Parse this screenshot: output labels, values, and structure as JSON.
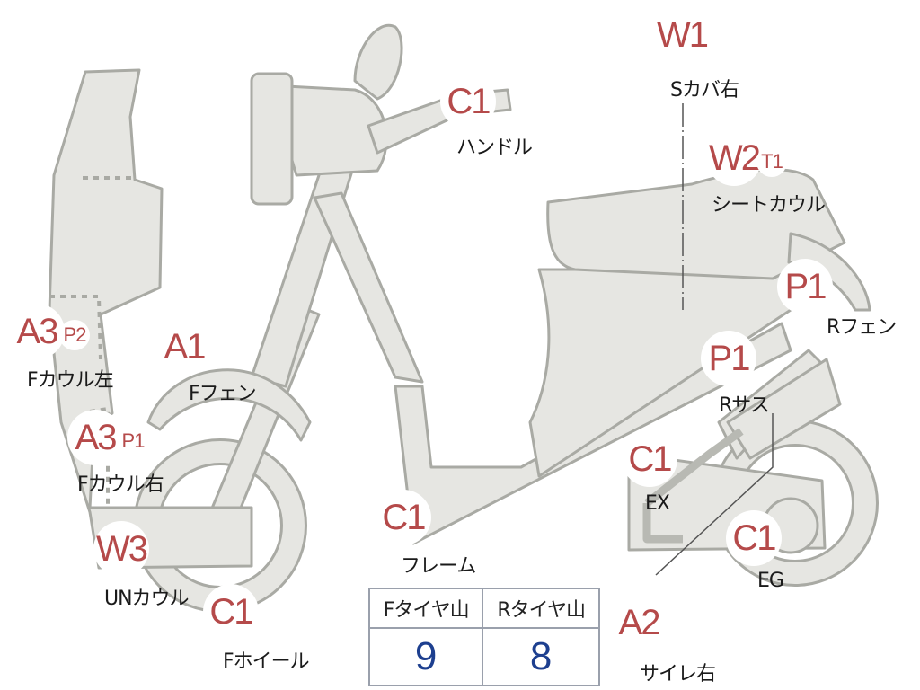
{
  "parts": [
    {
      "id": "s-cover-right",
      "codes": [
        "W1"
      ],
      "label": "Sカバ右"
    },
    {
      "id": "handle",
      "codes": [
        "C1"
      ],
      "label": "ハンドル"
    },
    {
      "id": "seat-cowl",
      "codes": [
        "W2",
        "T1"
      ],
      "label": "シートカウル"
    },
    {
      "id": "r-fender",
      "codes": [
        "P1"
      ],
      "label": "Rフェン"
    },
    {
      "id": "f-cowl-left",
      "codes": [
        "A3",
        "P2"
      ],
      "label": "Fカウル左"
    },
    {
      "id": "f-fender",
      "codes": [
        "A1"
      ],
      "label": "Fフェン"
    },
    {
      "id": "r-suspension",
      "codes": [
        "P1"
      ],
      "label": "Rサス"
    },
    {
      "id": "f-cowl-right",
      "codes": [
        "A3",
        "P1"
      ],
      "label": "Fカウル右"
    },
    {
      "id": "exhaust",
      "codes": [
        "C1"
      ],
      "label": "EX"
    },
    {
      "id": "un-cowl",
      "codes": [
        "W3"
      ],
      "label": "UNカウル"
    },
    {
      "id": "frame",
      "codes": [
        "C1"
      ],
      "label": "フレーム"
    },
    {
      "id": "engine",
      "codes": [
        "C1"
      ],
      "label": "EG"
    },
    {
      "id": "f-wheel",
      "codes": [
        "C1"
      ],
      "label": "Fホイール"
    },
    {
      "id": "silencer-right",
      "codes": [
        "A2"
      ],
      "label": "サイレ右"
    }
  ],
  "tire_table": {
    "headers": [
      "Fタイヤ山",
      "Rタイヤ山"
    ],
    "values": [
      "9",
      "8"
    ]
  },
  "colors": {
    "part_fill": "#e6e6e2",
    "part_stroke": "#a9aaa4",
    "code_text": "#b54a4a",
    "table_value": "#1d3f8f"
  }
}
